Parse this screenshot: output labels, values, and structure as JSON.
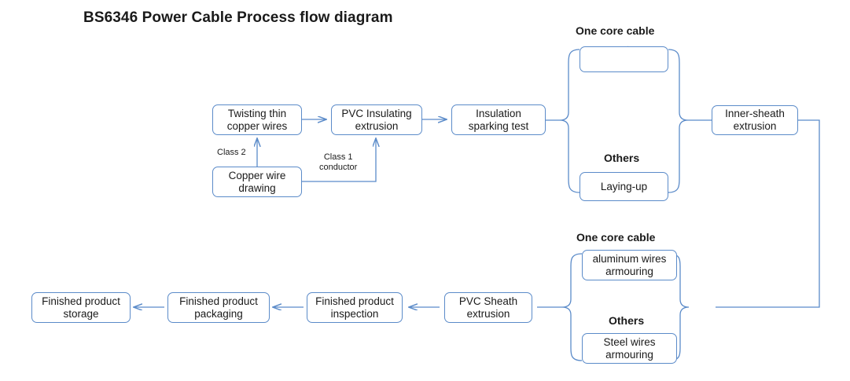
{
  "title": "BS6346 Power Cable Process flow diagram",
  "theme": {
    "box_border": "#5b8bc9",
    "connector": "#5b8bc9",
    "thick_arrow": "#2e5fa3",
    "text": "#1a1a1a",
    "background": "#ffffff"
  },
  "nodes": {
    "twisting": "Twisting thin\ncopper wires",
    "twisting_line1": "Twisting thin",
    "twisting_line2": "copper wires",
    "copper_drawing_line1": "Copper wire",
    "copper_drawing_line2": "drawing",
    "pvc_insulating_line1": "PVC Insulating",
    "pvc_insulating_line2": "extrusion",
    "sparking_line1": "Insulation",
    "sparking_line2": "sparking test",
    "one_core_arrow": "",
    "laying_up": "Laying-up",
    "inner_sheath_line1": "Inner-sheath",
    "inner_sheath_line2": "extrusion",
    "aluminum_line1": "aluminum wires",
    "aluminum_line2": "armouring",
    "steel_line1": "Steel wires",
    "steel_line2": "armouring",
    "pvc_sheath_line1": "PVC Sheath",
    "pvc_sheath_line2": "extrusion",
    "inspection_line1": "Finished product",
    "inspection_line2": "inspection",
    "packaging_line1": "Finished product",
    "packaging_line2": "packaging",
    "storage_line1": "Finished product",
    "storage_line2": "storage"
  },
  "group_labels": {
    "top_one_core": "One core cable",
    "top_others": "Others",
    "bottom_one_core": "One core cable",
    "bottom_others": "Others"
  },
  "edge_labels": {
    "class2": "Class 2",
    "class1_line1": "Class 1",
    "class1_line2": "conductor"
  },
  "flow": {
    "sequence": [
      "Copper wire drawing",
      "Twisting thin copper wires",
      "PVC Insulating extrusion",
      "Insulation sparking test",
      "One core cable / Laying-up",
      "Inner-sheath extrusion",
      "aluminum wires armouring / Steel wires armouring",
      "PVC Sheath extrusion",
      "Finished product inspection",
      "Finished product packaging",
      "Finished product storage"
    ]
  }
}
